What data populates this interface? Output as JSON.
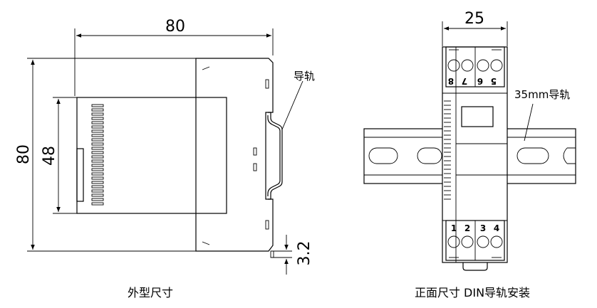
{
  "side_view": {
    "width_dim": "80",
    "height_dim": "80",
    "inner_height_dim": "48",
    "offset_dim": "3.2",
    "rail_label": "导轨",
    "caption": "外型尺寸"
  },
  "front_view": {
    "width_dim": "25",
    "rail_label": "35mm导轨",
    "caption": "正面尺寸 DIN导轨安装",
    "terminals_top": [
      "8",
      "7",
      "6",
      "5"
    ],
    "terminals_bottom": [
      "1",
      "2",
      "3",
      "4"
    ]
  }
}
